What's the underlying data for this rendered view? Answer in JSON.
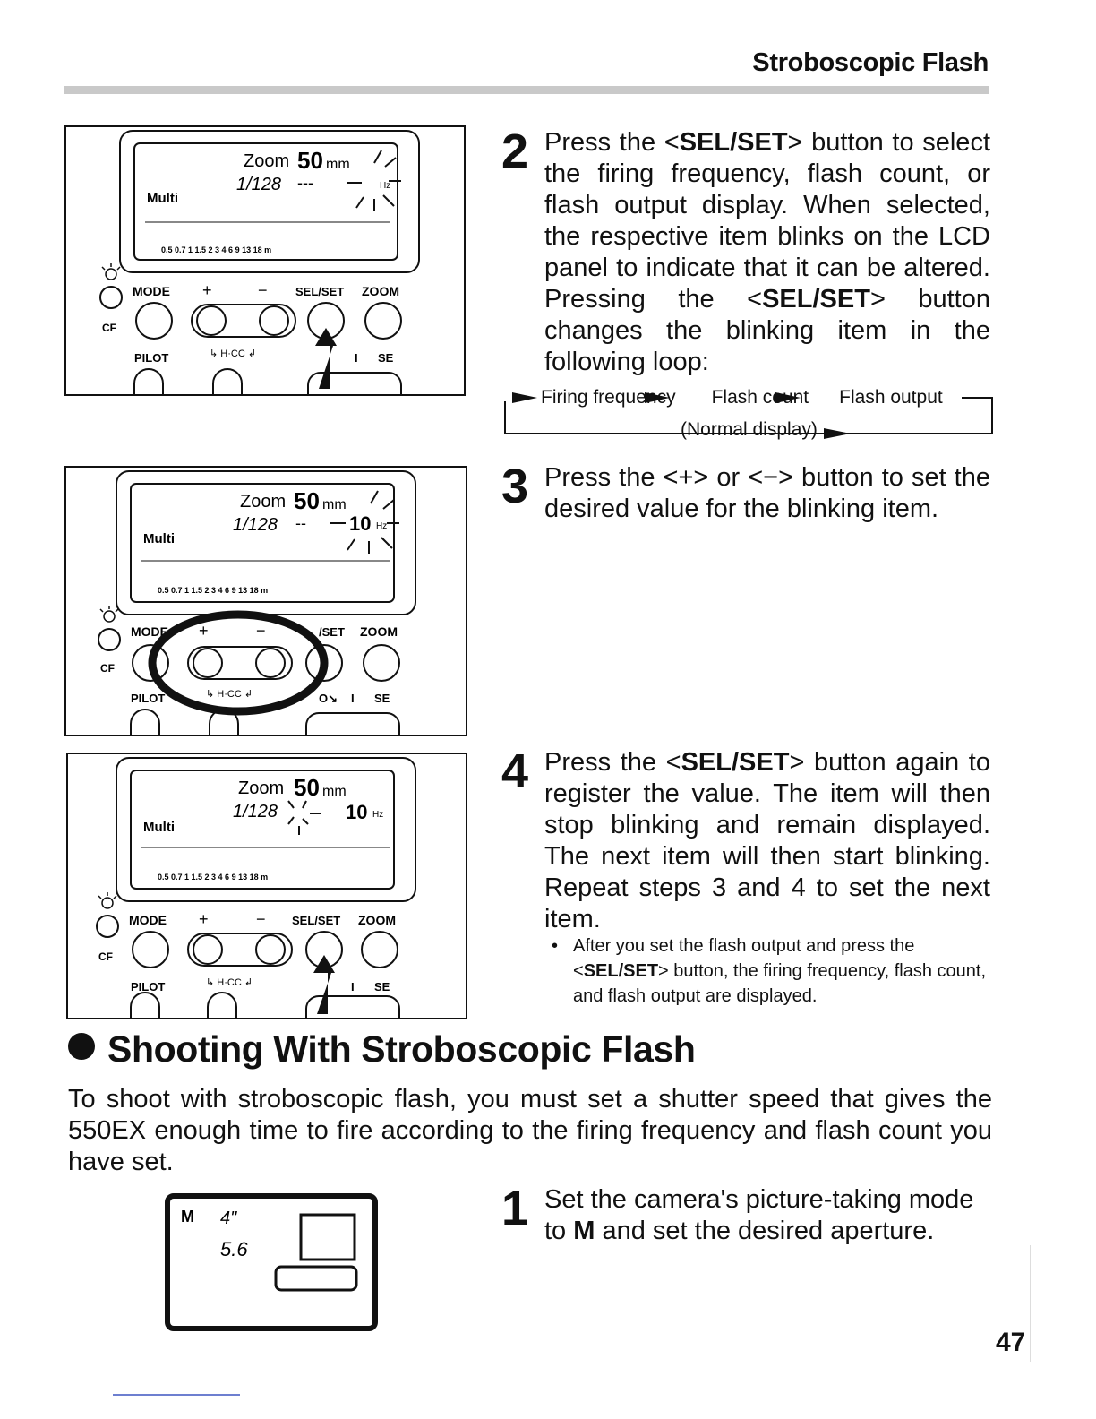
{
  "header": {
    "title": "Stroboscopic Flash"
  },
  "panels": [
    {
      "zoom": "Zoom",
      "zoom_value": "50",
      "zoom_unit": "mm",
      "ratio": "1/128",
      "dashes": "---",
      "hz_value": "",
      "hz": "Hz",
      "mode_label": "Multi",
      "scale": "0.5 0.7  1  1.5  2  3  4  6  9  13  18  m",
      "buttons": {
        "mode": "MODE",
        "plus": "+",
        "minus": "−",
        "selset": "SEL/SET",
        "zoom": "ZOOM",
        "cf": "CF",
        "pilot": "PILOT",
        "on": "I",
        "se": "SE"
      }
    },
    {
      "zoom": "Zoom",
      "zoom_value": "50",
      "zoom_unit": "mm",
      "ratio": "1/128",
      "dashes": "--",
      "hz_value": "10",
      "hz": "Hz",
      "mode_label": "Multi",
      "scale": "0.5 0.7  1  1.5  2  3  4  6  9  13  18  m",
      "buttons": {
        "mode": "MODE",
        "plus": "+",
        "minus": "−",
        "selset": "/SET",
        "zoom": "ZOOM",
        "cf": "CF",
        "pilot": "PILOT",
        "on": "I",
        "se": "SE"
      }
    },
    {
      "zoom": "Zoom",
      "zoom_value": "50",
      "zoom_unit": "mm",
      "ratio": "1/128",
      "dashes": "",
      "hz_value": "10",
      "hz": "Hz",
      "mode_label": "Multi",
      "scale": "0.5 0.7  1  1.5  2  3  4  6  9  13  18  m",
      "buttons": {
        "mode": "MODE",
        "plus": "+",
        "minus": "−",
        "selset": "SEL/SET",
        "zoom": "ZOOM",
        "cf": "CF",
        "pilot": "PILOT",
        "on": "I",
        "se": "SE"
      }
    }
  ],
  "steps": {
    "s2": {
      "num": "2",
      "t1": "Press the <",
      "b1": "SEL/SET",
      "t2": "> button to select the firing frequency, flash count, or flash output display. When selected, the respective item blinks on the LCD panel to indicate that it can be altered. Pressing the <",
      "b2": "SEL/SET",
      "t3": "> button changes the blinking item in the following loop:"
    },
    "loop": {
      "a": "Firing frequency",
      "b": "Flash count",
      "c": "Flash output",
      "d": "(Normal display)"
    },
    "s3": {
      "num": "3",
      "text": "Press the <+> or <−> button to set the desired value for the blinking item."
    },
    "s4": {
      "num": "4",
      "t1": "Press the <",
      "b1": "SEL/SET",
      "t2": "> button again to register the value. The item will then stop blinking and remain displayed. The next item will then start blinking. Repeat steps 3 and 4 to set the next item."
    },
    "note": {
      "bullet": "•",
      "t1": "After you set the flash output and press the <",
      "b1": "SEL/SET",
      "t2": "> button, the firing frequency, flash count, and flash output are displayed."
    },
    "s1": {
      "num": "1",
      "t1": "Set the camera's picture-taking mode to ",
      "b1": "M",
      "t2": " and set the desired aperture."
    }
  },
  "section": {
    "title": "Shooting With Stroboscopic Flash",
    "intro": "To shoot with stroboscopic flash, you must set a shutter speed that gives the 550EX enough time to fire according to the firing frequency and flash count you have set."
  },
  "viewfinder": {
    "mode": "M",
    "shutter": "4\"",
    "aperture": "5.6"
  },
  "page_number": "47"
}
